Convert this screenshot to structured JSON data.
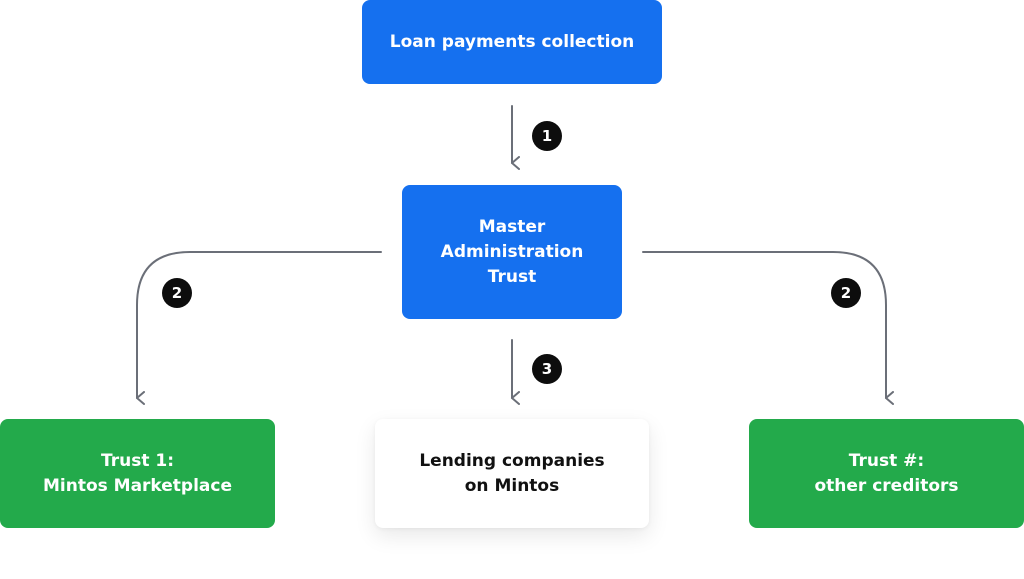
{
  "nodes": {
    "collection": {
      "lines": [
        "Loan payments collection"
      ]
    },
    "master": {
      "lines": [
        "Master",
        "Administration",
        "Trust"
      ]
    },
    "trust1": {
      "lines": [
        "Trust 1:",
        "Mintos Marketplace"
      ]
    },
    "lending": {
      "lines": [
        "Lending companies",
        "on Mintos"
      ]
    },
    "trustn": {
      "lines": [
        "Trust #:",
        "other creditors"
      ]
    }
  },
  "steps": {
    "step1": "1",
    "step2_left": "2",
    "step2_right": "2",
    "step3": "3"
  },
  "colors": {
    "primary_blue": "#1570ef",
    "green": "#23aa4b",
    "arrow": "#6b6f78",
    "badge": "#0d0d0d"
  }
}
